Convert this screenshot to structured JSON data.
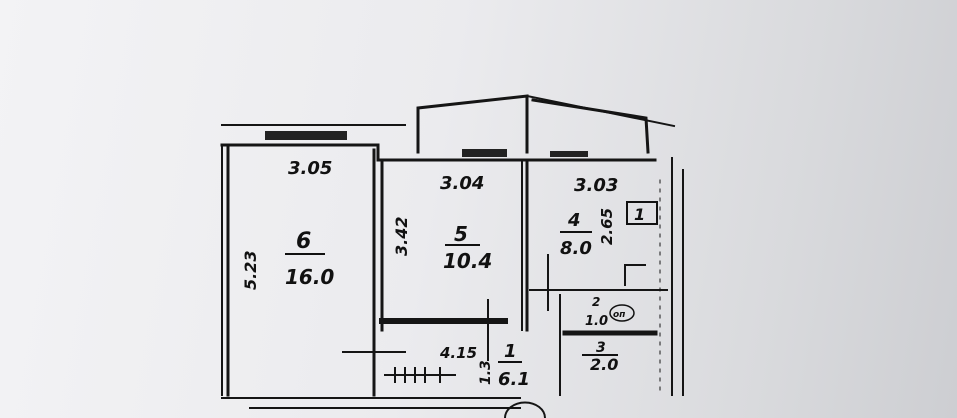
{
  "plan": {
    "rooms": [
      {
        "number": "6",
        "area": "16.0",
        "width": "3.05",
        "length": "5.23"
      },
      {
        "number": "5",
        "area": "10.4",
        "width": "3.04",
        "length": "3.42"
      },
      {
        "number": "4",
        "area": "8.0",
        "width": "3.03",
        "length": "2.65"
      },
      {
        "number": "1",
        "area": "6.1",
        "width": "4.15",
        "length": "1.3"
      },
      {
        "number": "2",
        "area": "1.0"
      },
      {
        "number": "3",
        "area": "2.0"
      }
    ],
    "marker": "1",
    "toilet_label": "оп"
  }
}
